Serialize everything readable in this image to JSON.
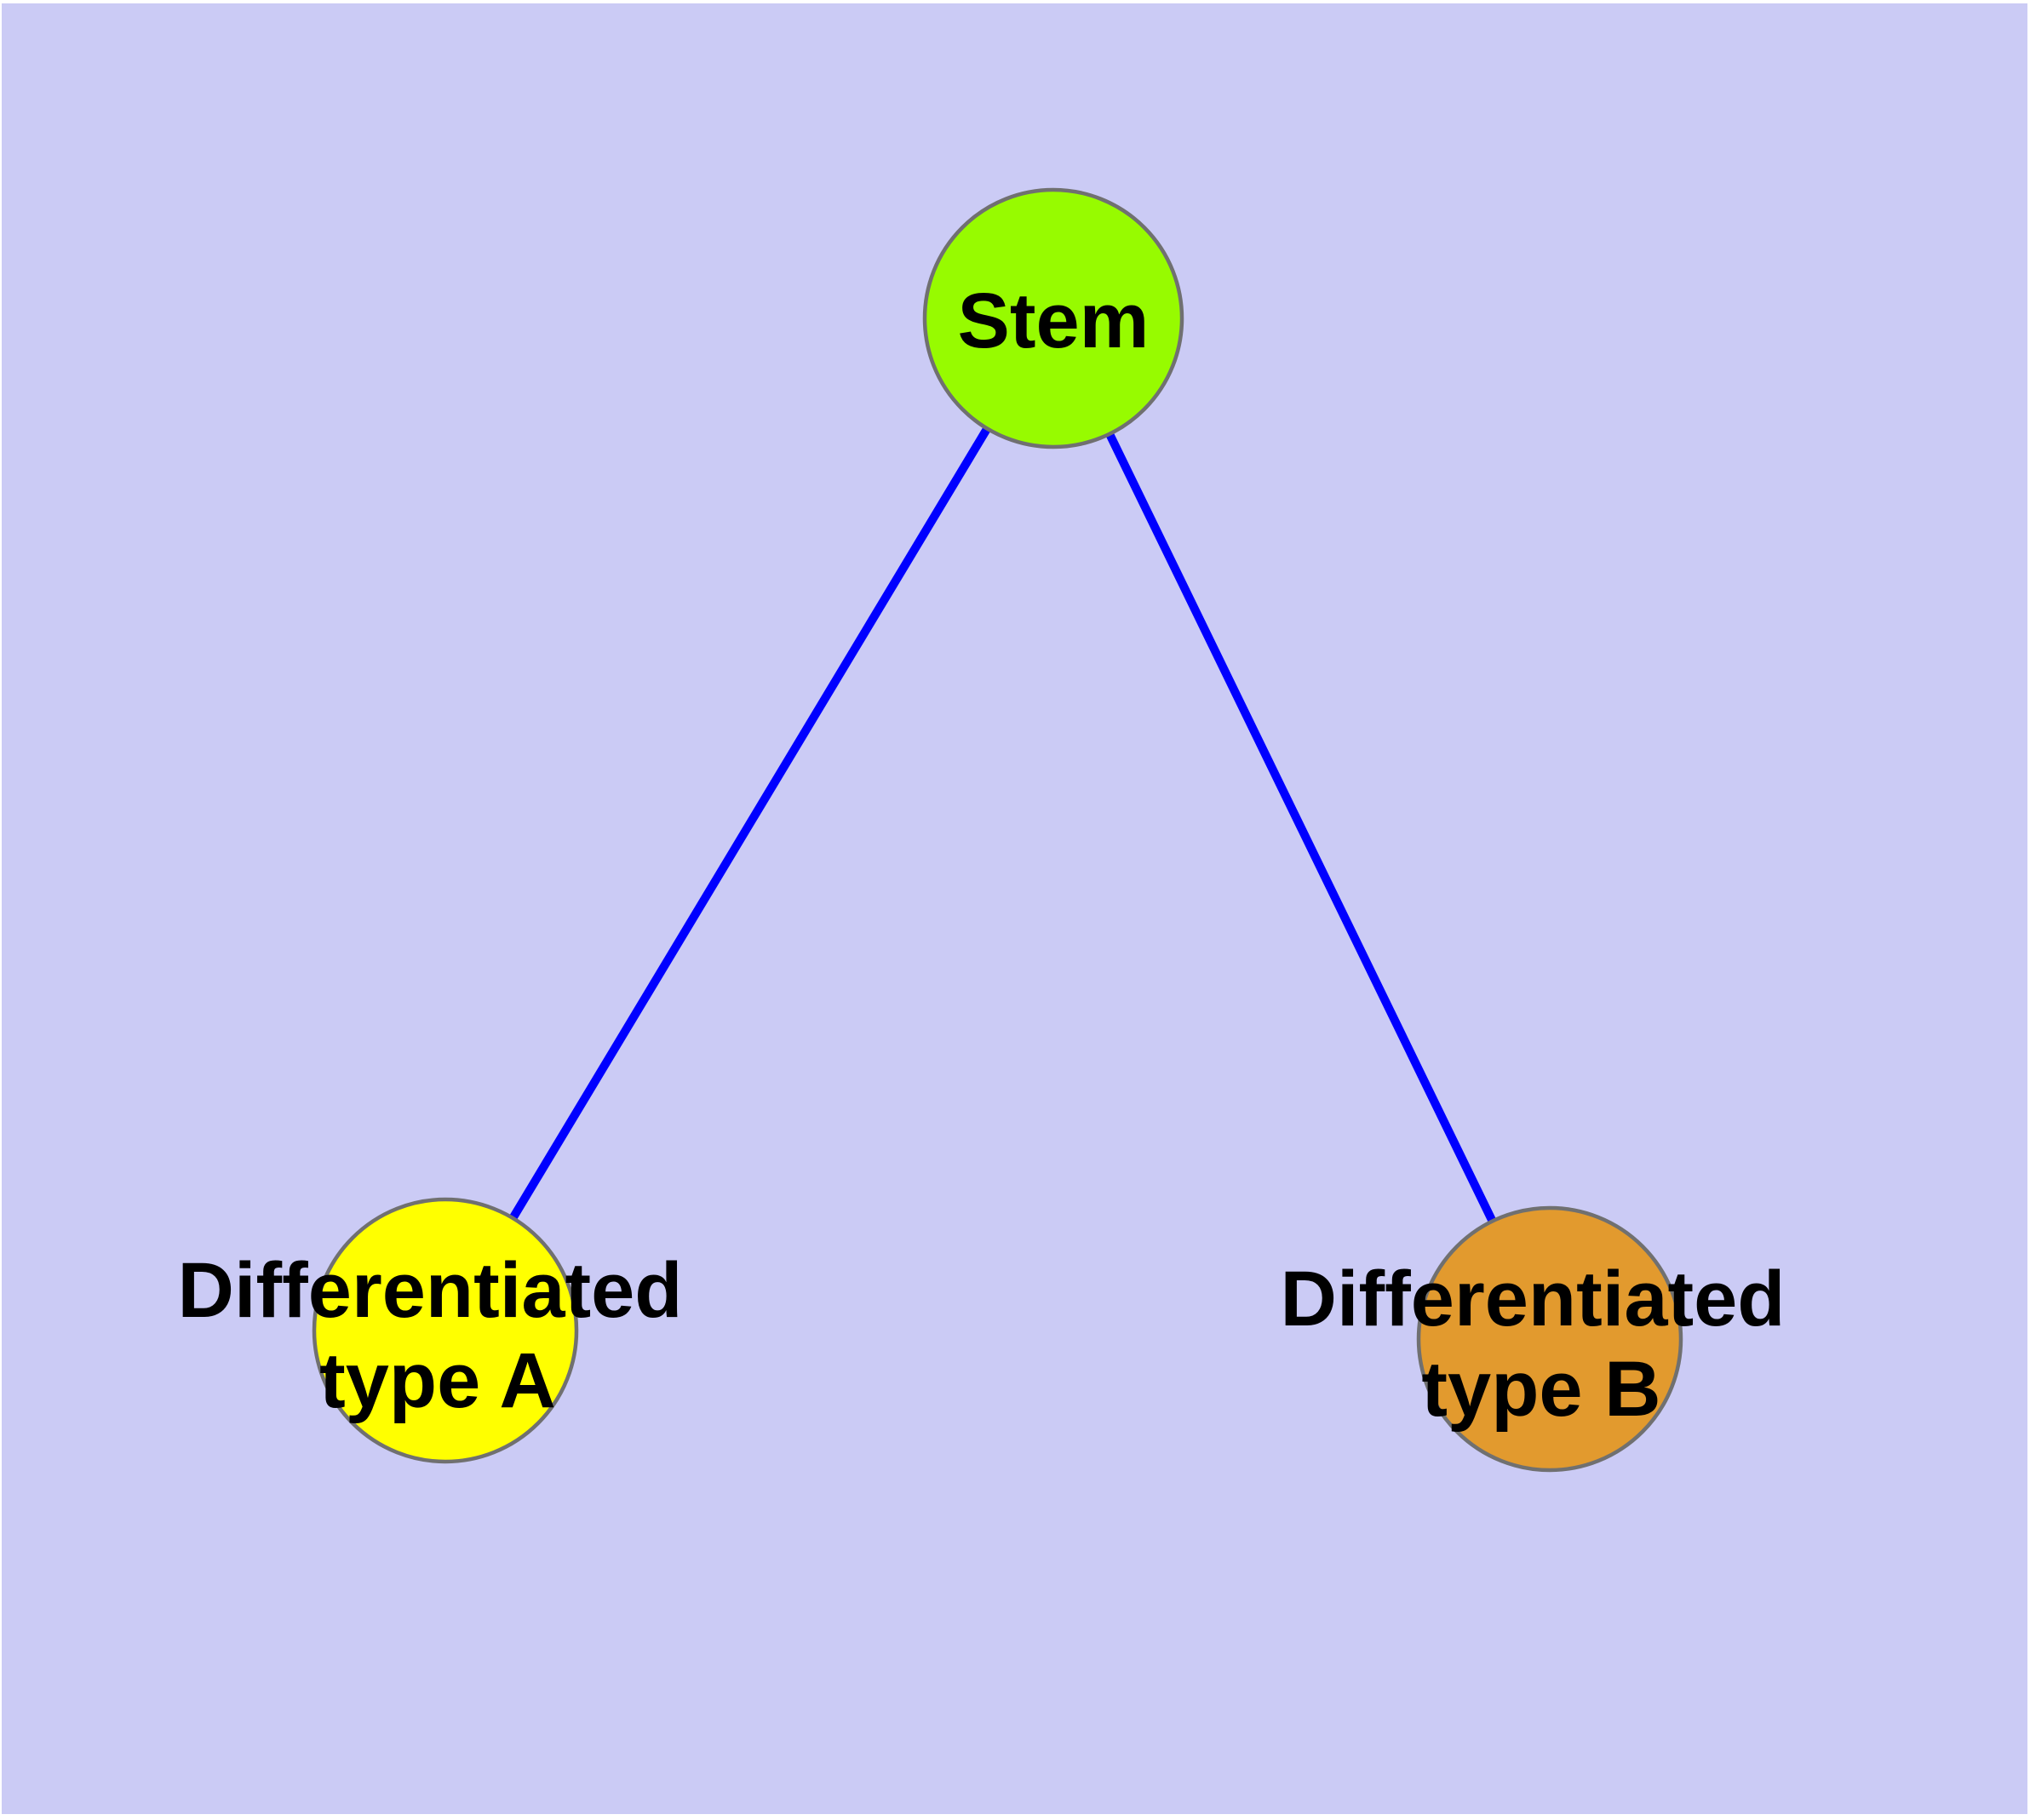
{
  "diagram": {
    "background_color": "#CBCBF5",
    "frame_color": "#FFFFFF",
    "edge_color": "#0000FF",
    "node_border_color": "#707070",
    "nodes": [
      {
        "id": "stem",
        "label": "Stem",
        "fill": "#97FB00"
      },
      {
        "id": "differentiated-type-a",
        "label_line1": "Differentiated",
        "label_line2": "type A",
        "fill": "#FFFF00"
      },
      {
        "id": "differentiated-type-b",
        "label_line1": "Differentiated",
        "label_line2": "type B",
        "fill": "#E29A2E"
      }
    ],
    "edges": [
      {
        "from": "Stem",
        "to": "Differentiated type A"
      },
      {
        "from": "Stem",
        "to": "Differentiated type B"
      }
    ]
  }
}
